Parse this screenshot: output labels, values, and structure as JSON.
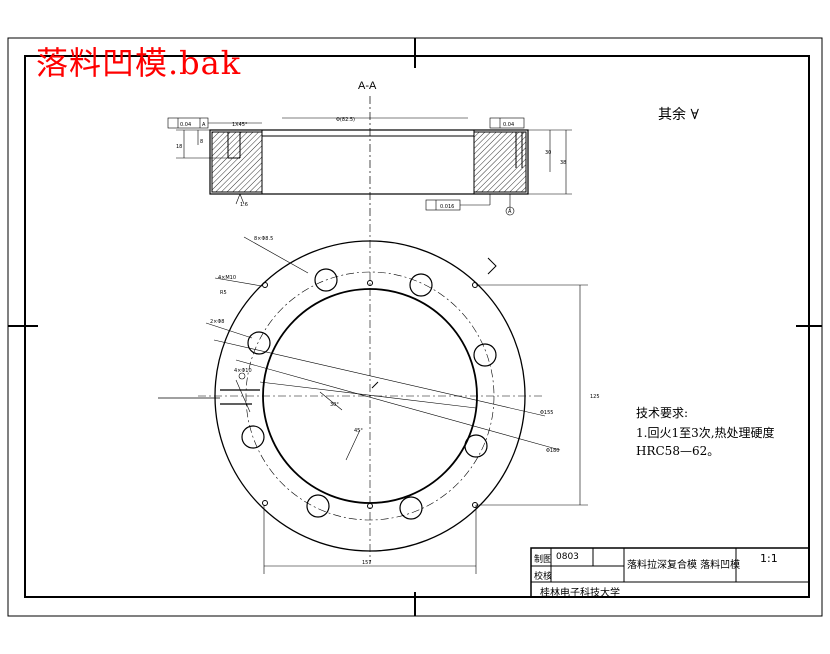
{
  "watermark": "落料凹模.bak",
  "section_label": "A-A",
  "roughness_note": "其余",
  "tech_requirements": {
    "heading": "技术要求:",
    "line1": "1.回火1至3次,热处理硬度",
    "line2": "HRC58—62。"
  },
  "title_block": {
    "label_draw": "制图",
    "name_draw": "0803",
    "label_check": "校核",
    "part_name": "落料拉深复合模 落料凹模",
    "scale": "1:1",
    "school": "桂林电子科技大学"
  },
  "dimensions": {
    "chamfer": "1X45°",
    "top_dia": "Φ(82.5)",
    "flat_left": "0.04",
    "flat_right": "0.04",
    "h_left1": "18",
    "h_left2": "8",
    "h_right1": "30",
    "h_right2": "38",
    "roughness_bottom": "1.6",
    "runout": "0.016",
    "datum": "A",
    "holes_1": "8×Φ8.5",
    "holes_2": "4×M10",
    "pin_holes": "2×Φ8",
    "hole_callout": "4×Φ10",
    "d_outer": "Φ180",
    "d_bolt": "Φ155",
    "h_vertical": "125",
    "w_horizontal": "157",
    "r_small": "R5",
    "angle1": "30°",
    "angle2": "45°"
  }
}
